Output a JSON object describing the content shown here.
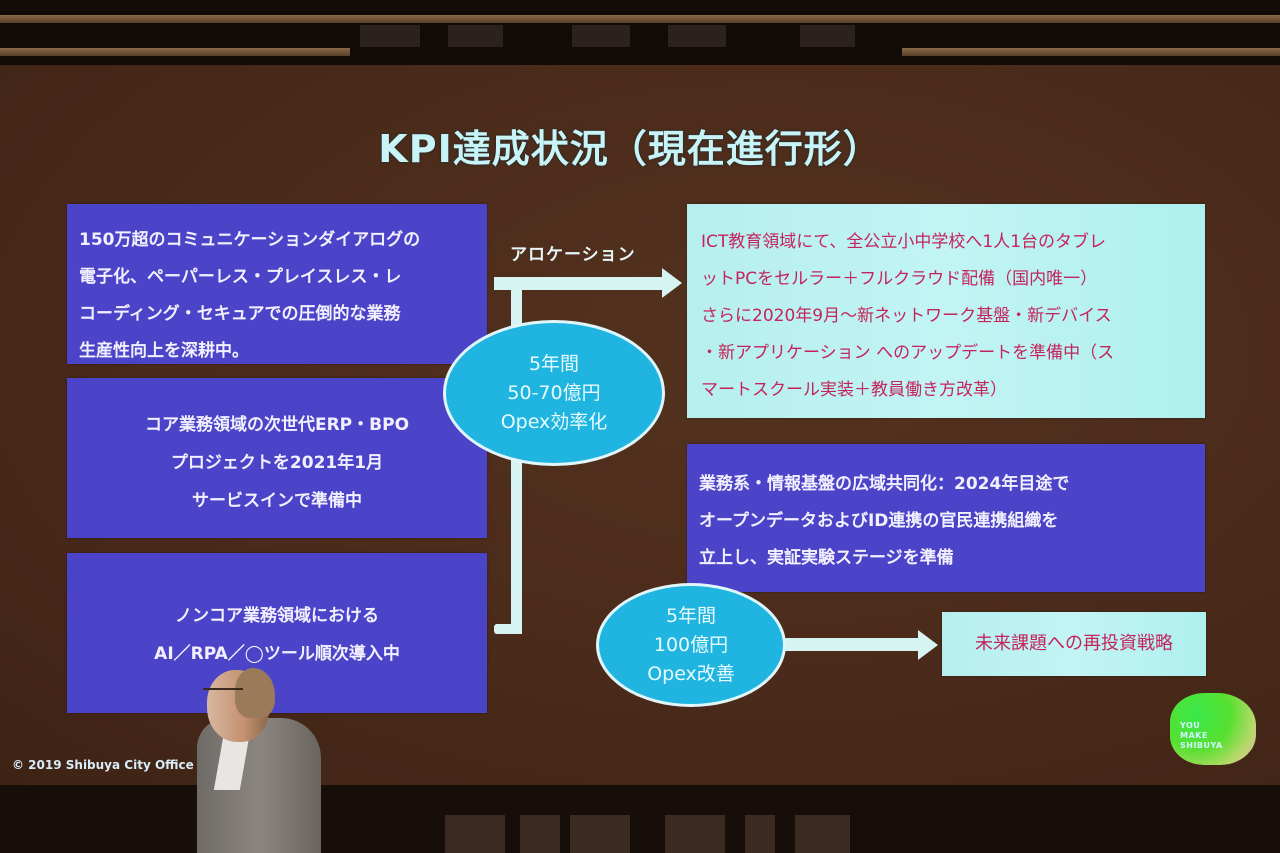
{
  "slide": {
    "title": "KPI達成状況（現在進行形）",
    "left_boxes": [
      {
        "lines": [
          "150万超のコミュニケーションダイアログの",
          "電子化、ペーパーレス・プレイスレス・レ",
          "コーディング・セキュアでの圧倒的な業務",
          "生産性向上を深耕中。"
        ]
      },
      {
        "lines": [
          "コア業務領域の次世代ERP・BPO",
          "プロジェクトを2021年1月",
          "サービスインで準備中"
        ]
      },
      {
        "lines": [
          "ノンコア業務領域における",
          "AI／RPA／◯ツール順次導入中"
        ]
      }
    ],
    "allocation_label": "アロケーション",
    "ellipse_1": {
      "lines": [
        "5年間",
        "50-70億円",
        "Opex効率化"
      ]
    },
    "right_boxes": [
      {
        "lines": [
          "ICT教育領域にて、全公立小中学校へ1人1台のタブレ",
          "ットPCをセルラー＋フルクラウド配備（国内唯一）",
          "さらに2020年9月～新ネットワーク基盤・新デバイス",
          "・新アプリケーション へのアップデートを準備中（ス",
          "マートスクール実装＋教員働き方改革）"
        ]
      },
      {
        "lines": [
          "業務系・情報基盤の広域共同化：2024年目途で",
          "オープンデータおよびID連携の官民連携組織を",
          "立上し、実証実験ステージを準備"
        ]
      }
    ],
    "ellipse_2": {
      "lines": [
        "5年間",
        "100億円",
        "Opex改善"
      ]
    },
    "reinvest_box": "未来課題への再投資戦略",
    "logo": {
      "lines": [
        "YOU",
        "MAKE",
        "SHIBUYA"
      ]
    },
    "copyright": "© 2019 Shibuya City Office All Righ"
  },
  "colors": {
    "slide_background": "#4a2a1a",
    "title_text": "#c8f4f8",
    "blue_box": "#4c44c8",
    "cyan_box": "#bff2f2",
    "cyan_box_text": "#c4245c",
    "ellipse": "#1fb5e0",
    "connector": "#d6f4f2"
  }
}
